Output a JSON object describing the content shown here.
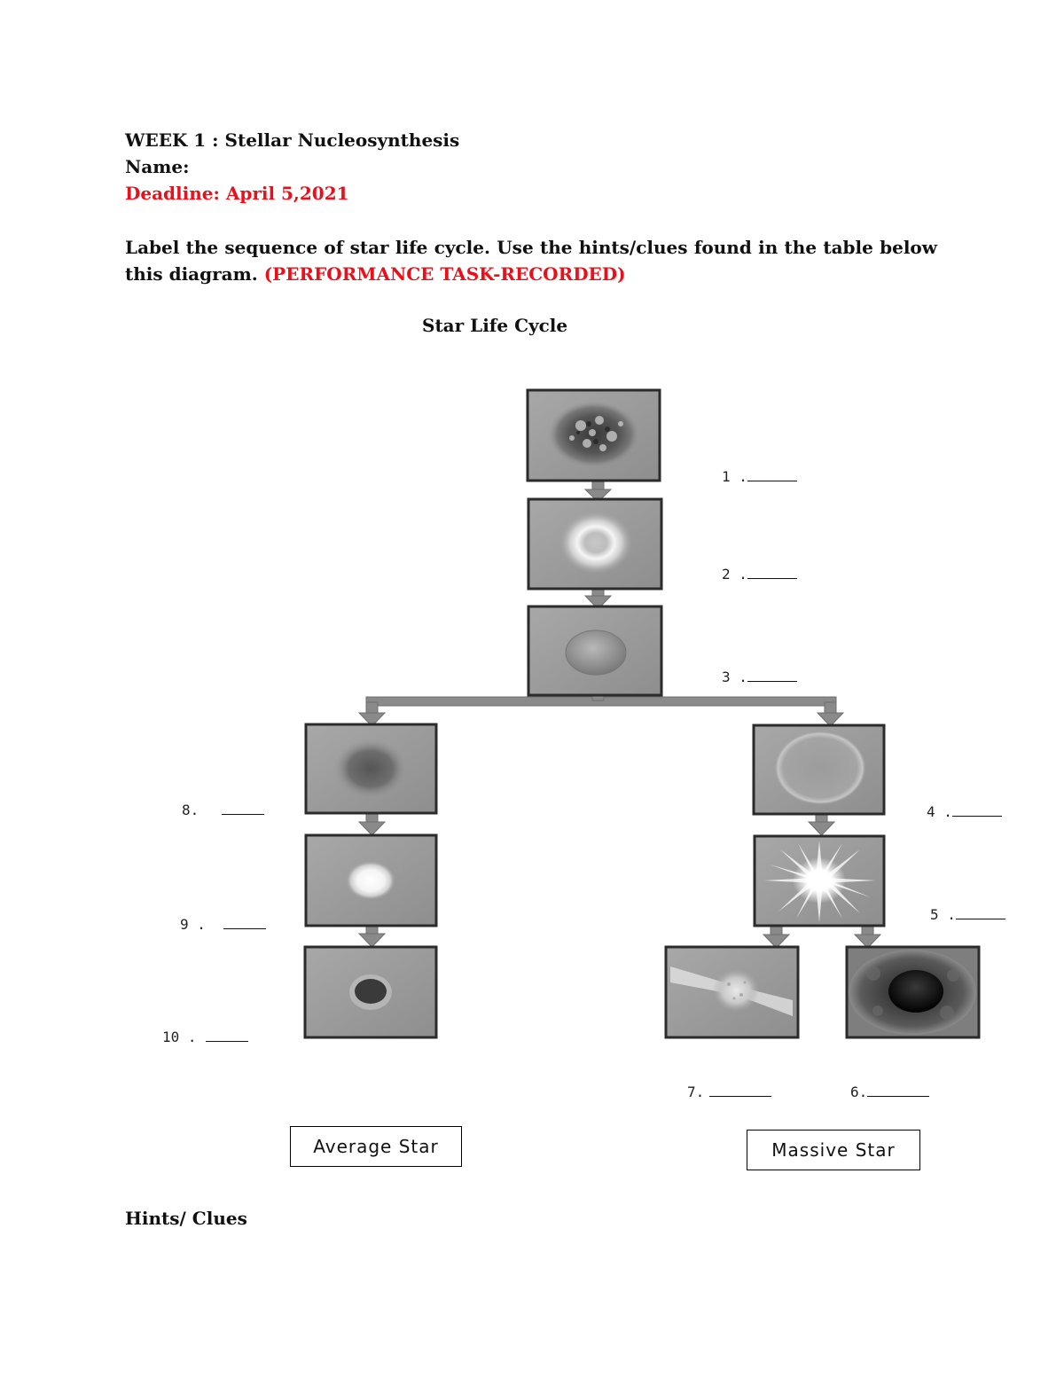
{
  "header": {
    "week_title": "WEEK 1 : Stellar Nucleosynthesis",
    "name_label": "Name:",
    "deadline": "Deadline: April 5,2021"
  },
  "instructions": {
    "text": "Label the sequence of star life cycle. Use the hints/clues found in the table below this diagram.",
    "task_note": "(PERFORMANCE TASK-RECORDED)"
  },
  "diagram": {
    "title": "Star Life Cycle",
    "labels": {
      "l1": "1 .",
      "l2": "2 .",
      "l3": "3 .",
      "l4": "4 .",
      "l5": "5 .",
      "l6": "6.",
      "l7": "7.",
      "l8": "8.",
      "l9": "9 .",
      "l10": "10  ."
    },
    "average_star": "Average Star",
    "massive_star": "Massive Star"
  },
  "hints": {
    "title": "Hints/ Clues"
  },
  "colors": {
    "accent_red": "#e8101a",
    "panel_gray": "#9a9a9a",
    "arrow_gray": "#8c8c8c"
  }
}
